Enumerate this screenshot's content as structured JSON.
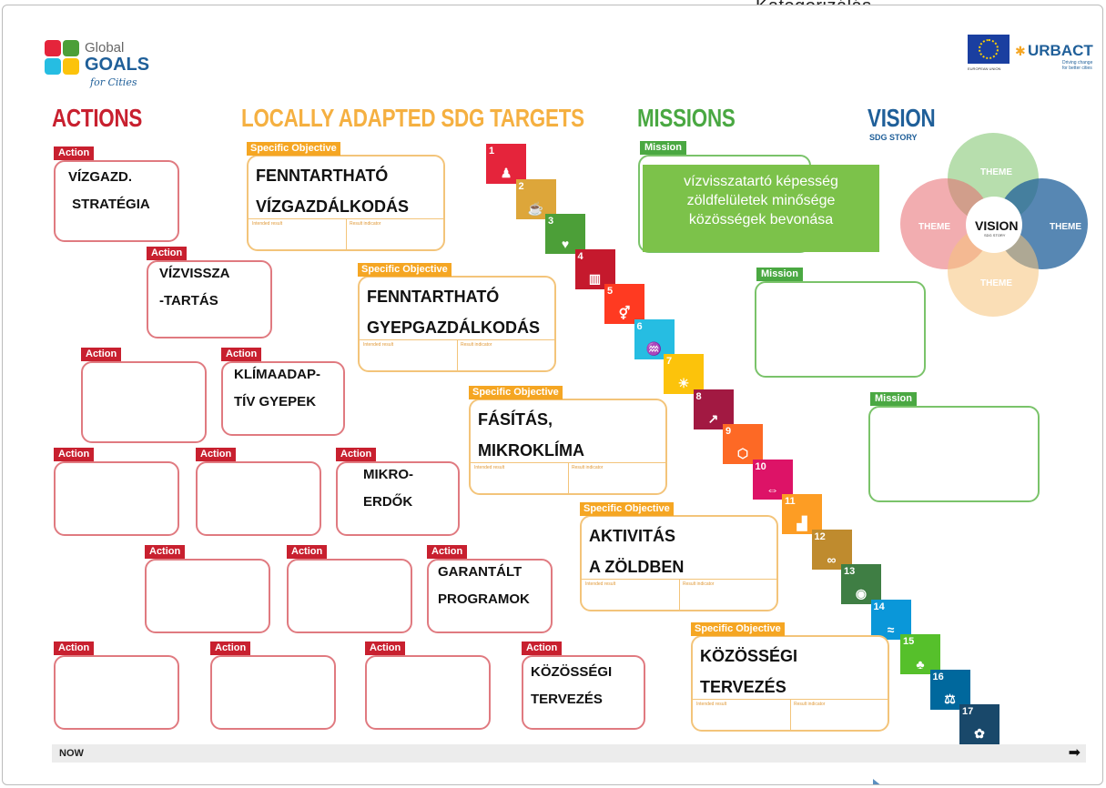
{
  "top_cut_text": "Kategorizálás",
  "logos": {
    "gg_line1": "Global",
    "gg_line2": "GOALS",
    "gg_line3": "for Cities",
    "urbact": "URBACT",
    "urbact_tag": "Driving change for better cities",
    "eu_caption": "EUROPEAN UNION"
  },
  "headings": {
    "actions": "ACTIONS",
    "targets": "LOCALLY ADAPTED SDG TARGETS",
    "missions": "MISSIONS",
    "vision": "VISION",
    "vision_sub": "SDG STORY"
  },
  "action_tab": "Action",
  "actions": [
    "VÍZGAZD.\n STRATÉGIA",
    "VÍZVISSZA\n-TARTÁS",
    "",
    "KLÍMAADAP-\nTÍV GYEPEK",
    "",
    "",
    "MIKRO-\nERDŐK",
    "",
    "",
    "GARANTÁLT\nPROGRAMOK",
    "",
    "",
    "",
    "KÖZÖSSÉGI\nTERVEZÉS"
  ],
  "objective_tab": "Specific Objective",
  "objective_cols": {
    "left": "Intended result",
    "right": "Result indicator"
  },
  "objectives": [
    "FENNTARTHATÓ\nVÍZGAZDÁLKODÁS",
    "FENNTARTHATÓ\nGYEPGAZDÁLKODÁS",
    "FÁSÍTÁS,\nMIKROKLÍMA",
    "AKTIVITÁS\nA ZÖLDBEN",
    "KÖZÖSSÉGI\nTERVEZÉS"
  ],
  "mission_tab": "Mission",
  "mission_note": "vízvisszatartó képesség\nzöldfelületek minősége\nközösségek bevonása",
  "vision": {
    "center": "VISION",
    "center_sub": "SDG STORY",
    "theme": "THEME"
  },
  "timeline": {
    "now": "NOW",
    "arrow": "➡"
  },
  "sdg_numbers": [
    "1",
    "2",
    "3",
    "4",
    "5",
    "6",
    "7",
    "8",
    "9",
    "10",
    "11",
    "12",
    "13",
    "14",
    "15",
    "16",
    "17"
  ],
  "sdg_colors": [
    "#e5243b",
    "#dda63a",
    "#4c9f38",
    "#c5192d",
    "#ff3a21",
    "#26bde2",
    "#fcc30b",
    "#a21942",
    "#fd6925",
    "#dd1367",
    "#fd9d24",
    "#bf8b2e",
    "#3f7e44",
    "#0a97d9",
    "#56c02b",
    "#00689d",
    "#19486a"
  ],
  "sdg_icons": [
    "♟",
    "☕",
    "♥",
    "▥",
    "⚥",
    "♒",
    "☀",
    "↗",
    "⬡",
    "⇔",
    "▟",
    "∞",
    "◉",
    "≈",
    "♣",
    "⚖",
    "✿"
  ],
  "colors": {
    "actions": "#c8202f",
    "targets": "#f5b041",
    "missions": "#4aa842",
    "vision": "#1f5f99",
    "note_bg": "#7cc24a"
  }
}
